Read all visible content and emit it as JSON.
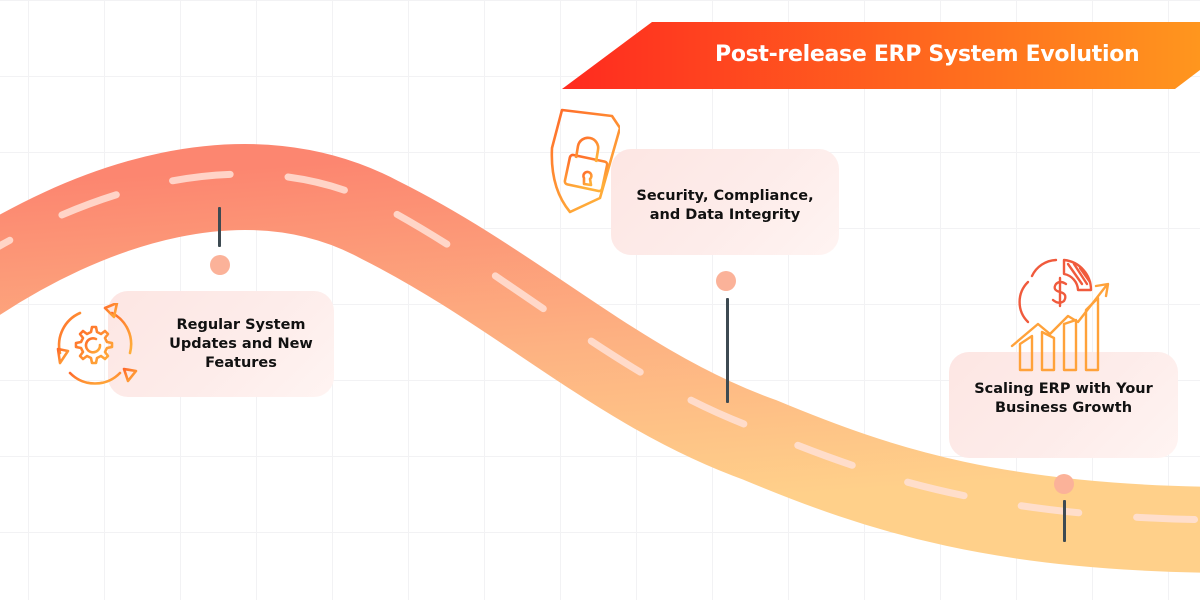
{
  "banner": {
    "title": "Post-release ERP System Evolution",
    "colors": {
      "start": "#ff2a1f",
      "end": "#ff961e"
    }
  },
  "road": {
    "colors": {
      "top": "#fc8670",
      "bottom": "#ffd08a",
      "dash": "#ffe1d6"
    }
  },
  "milestones": [
    {
      "title_line1": "Regular System",
      "title_line2": "Updates and New",
      "title_line3": "Features",
      "icon": "gear-refresh-icon"
    },
    {
      "title_line1": "Security, Compliance,",
      "title_line2": "and Data Integrity",
      "icon": "shield-lock-icon"
    },
    {
      "title_line1": "Scaling ERP with Your",
      "title_line2": "Business Growth",
      "icon": "growth-chart-dollar-icon"
    }
  ],
  "accent_colors": {
    "pin": "#fbb299",
    "pole": "#3d4a52",
    "icon_orange": "#ff8a2a",
    "icon_red": "#f05a3c"
  }
}
